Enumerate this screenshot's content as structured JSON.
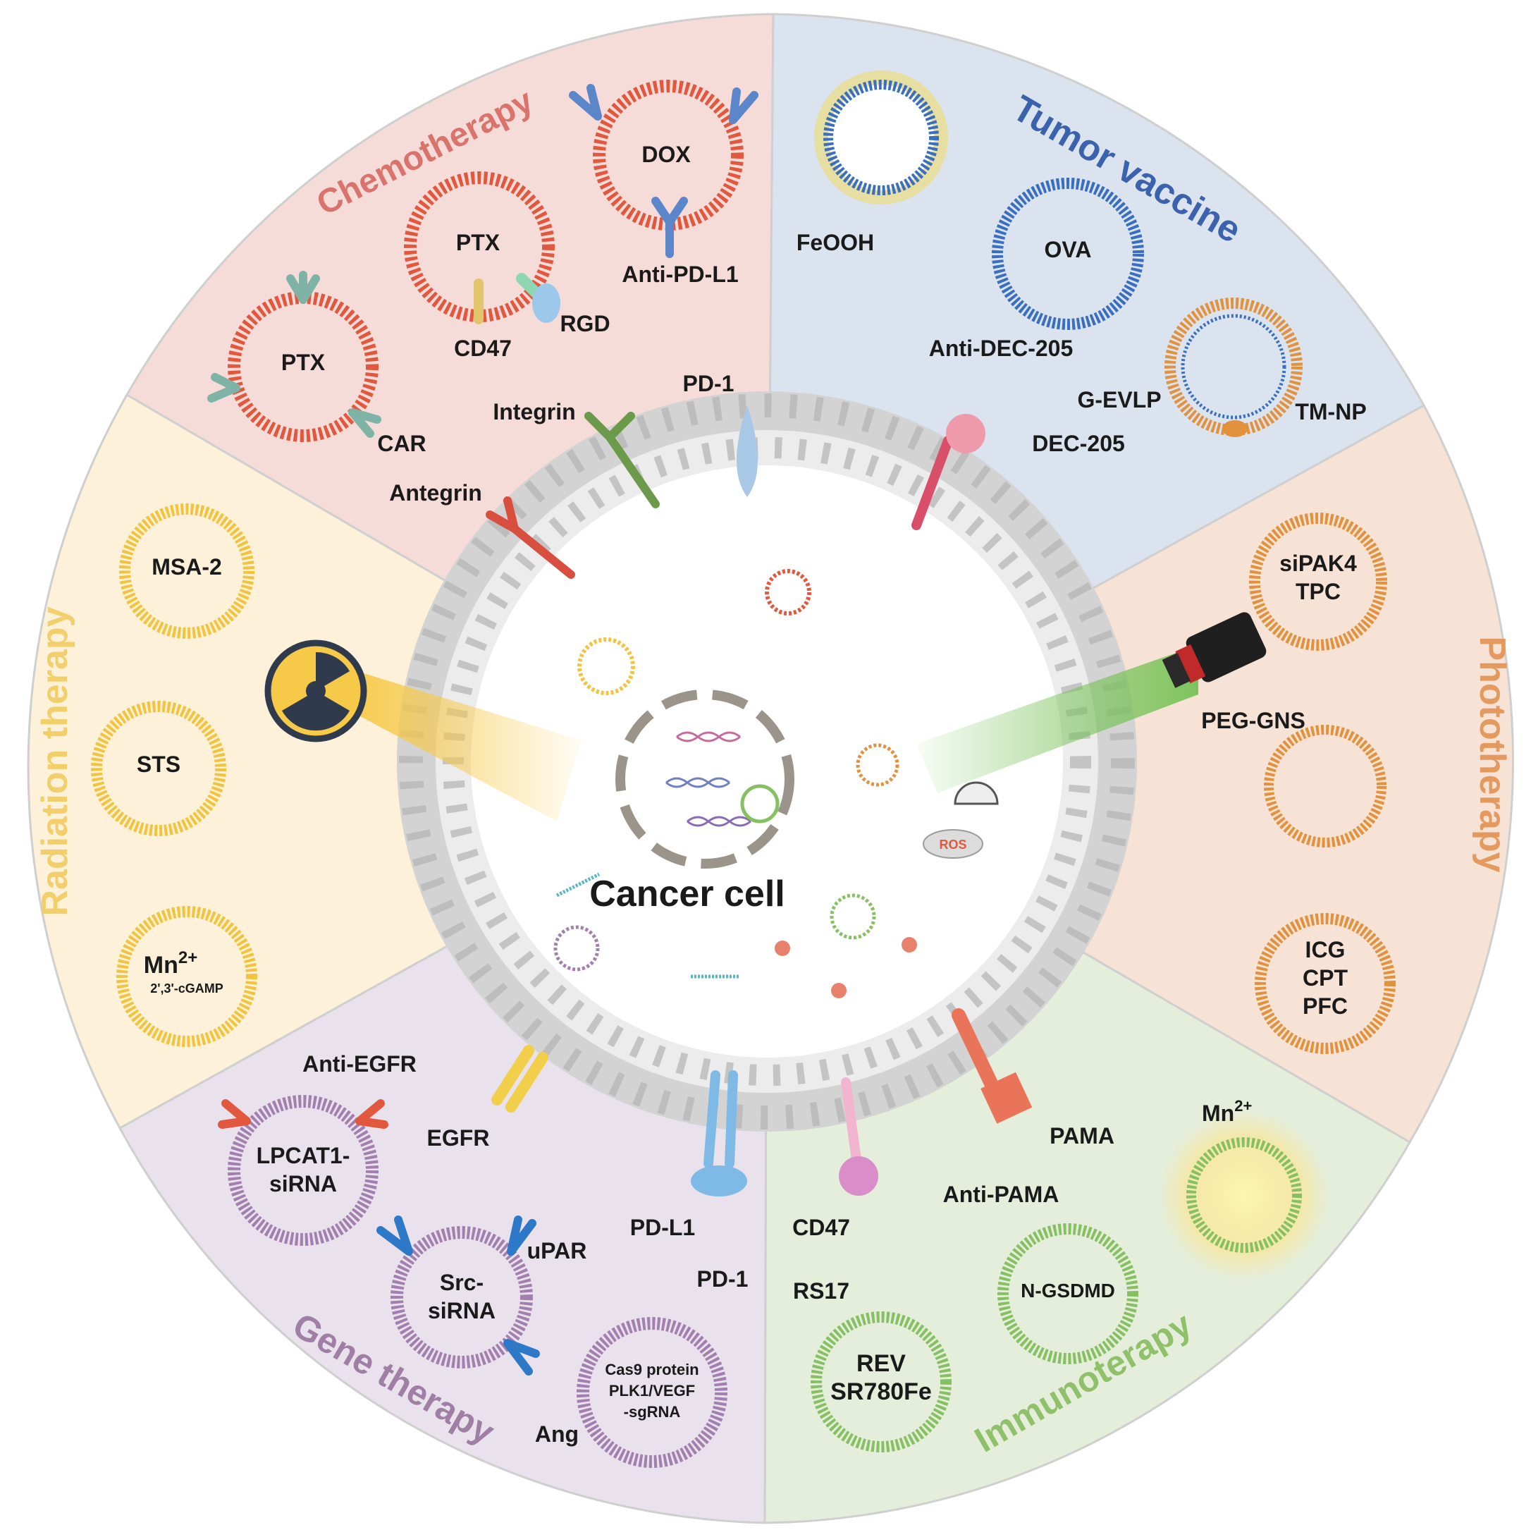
{
  "colors": {
    "chemotherapy": "#f6dcd9",
    "chemotherapy_title": "#d9736b",
    "tumor_vaccine": "#dbe3ef",
    "tumor_vaccine_title": "#3b63ad",
    "phototherapy": "#f7e3d6",
    "phototherapy_title": "#e49a5f",
    "immunotherapy": "#e5eedb",
    "immunotherapy_title": "#8fc06a",
    "gene_therapy": "#e9e1ec",
    "gene_therapy_title": "#a07fa5",
    "radiation_therapy": "#fdf1d9",
    "radiation_therapy_title": "#f3cf6c",
    "membrane": "#d0d0d0",
    "liposome_red": "#e2583e",
    "liposome_blue": "#3a6fc0",
    "liposome_orange": "#e2913d",
    "liposome_yellow": "#f2c33c",
    "liposome_purple": "#a27fae",
    "liposome_green": "#86c063"
  },
  "center": {
    "title": "Cancer cell",
    "ros": "ROS"
  },
  "sectors": {
    "chemotherapy": {
      "title": "Chemotherapy",
      "labels": {
        "dox": "DOX",
        "anti_pd_l1": "Anti-PD-L1",
        "ptx_top": "PTX",
        "rgd": "RGD",
        "cd47": "CD47",
        "ptx_left": "PTX",
        "car": "CAR"
      },
      "receptors": {
        "integrin": "Integrin",
        "pd1": "PD-1",
        "antegrin": "Antegrin"
      }
    },
    "tumor_vaccine": {
      "title": "Tumor vaccine",
      "labels": {
        "feooh": "FeOOH",
        "ova": "OVA",
        "anti_dec205": "Anti-DEC-205",
        "g_evlp": "G-EVLP",
        "tm_np": "TM-NP"
      },
      "receptors": {
        "dec205": "DEC-205"
      }
    },
    "phototherapy": {
      "title": "Phototherapy",
      "labels": {
        "sipak4": "siPAK4",
        "tpc": "TPC",
        "peg_gns": "PEG-GNS",
        "icg": "ICG",
        "cpt": "CPT",
        "pfc": "PFC"
      }
    },
    "immunotherapy": {
      "title": "Immunoterapy",
      "labels": {
        "mn": "Mn",
        "mn_sup": "2+",
        "anti_pama": "Anti-PAMA",
        "n_gsdmd": "N-GSDMD",
        "rs17": "RS17",
        "rev": "REV",
        "sr780fe": "SR780Fe"
      },
      "receptors": {
        "pama": "PAMA",
        "cd47": "CD47"
      }
    },
    "gene_therapy": {
      "title": "Gene therapy",
      "labels": {
        "anti_egfr": "Anti-EGFR",
        "lpcat1": "LPCAT1-",
        "sirna1": "siRNA",
        "upar": "uPAR",
        "src": "Src-",
        "sirna2": "siRNA",
        "pd1": "PD-1",
        "cas9": "Cas9 protein",
        "plk1": "PLK1/VEGF",
        "sgrna": "-sgRNA",
        "ang": "Ang"
      },
      "receptors": {
        "egfr": "EGFR",
        "pd_l1": "PD-L1"
      }
    },
    "radiation_therapy": {
      "title": "Radiation therapy",
      "labels": {
        "msa2": "MSA-2",
        "sts": "STS",
        "mn": "Mn",
        "mn_sup": "2+",
        "cgamp": "2',3'-cGAMP"
      }
    }
  }
}
